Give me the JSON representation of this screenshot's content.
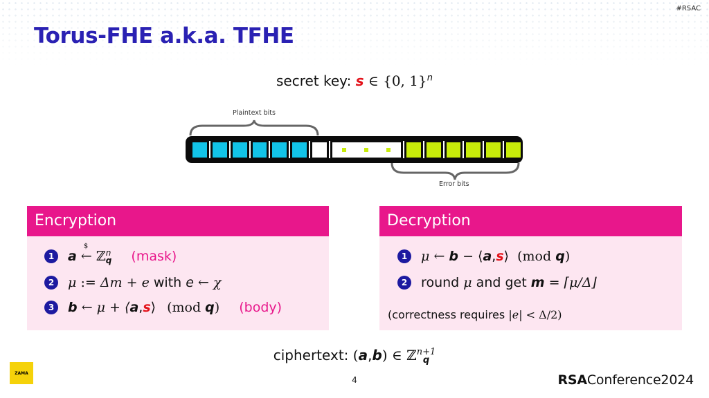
{
  "slide": {
    "hashtag": "#RSAC",
    "title": "Torus-FHE a.k.a. TFHE",
    "page_number": "4"
  },
  "secret_key": {
    "label": "secret key:",
    "var": "s",
    "rel": "∈",
    "set": "{0, 1}",
    "exp": "n"
  },
  "bits_diagram": {
    "plaintext_label": "Plaintext bits",
    "error_label": "Error bits",
    "colors": {
      "plaintext": "#12c4e8",
      "error": "#c8ec0a",
      "frame": "#0b0b0b"
    }
  },
  "encryption": {
    "title": "Encryption",
    "steps": [
      {
        "n": "1",
        "lhs": "a",
        "op": "←",
        "op_mark": "$",
        "set": "ℤ",
        "set_sub": "q",
        "set_sup": "n",
        "note": "(mask)"
      },
      {
        "n": "2",
        "lhs": "μ",
        "op": ":=",
        "rhs": "Δm + e",
        "text": "with",
        "e": "e",
        "arrow": "←",
        "chi": "χ"
      },
      {
        "n": "3",
        "lhs": "b",
        "op": "←",
        "rhs_pre": "μ + ⟨",
        "a": "a",
        "comma": ",",
        "s": "s",
        "rhs_post": "⟩",
        "mod": "(mod",
        "q": "q",
        "close": ")",
        "note": "(body)"
      }
    ]
  },
  "decryption": {
    "title": "Decryption",
    "steps": [
      {
        "n": "1",
        "lhs": "μ",
        "op": "←",
        "b": "b",
        "minus": "−",
        "open": "⟨",
        "a": "a",
        "comma": ",",
        "s": "s",
        "close": "⟩",
        "mod": "(mod",
        "q": "q",
        "paren": ")"
      },
      {
        "n": "2",
        "text1": "round",
        "mu": "μ",
        "text2": "and get",
        "m": "m",
        "eq": "=",
        "rhs": "⌈μ/Δ⌋"
      }
    ],
    "note_pre": "(correctness requires",
    "note_e": "|e|",
    "note_post": "< Δ/2)"
  },
  "ciphertext": {
    "label": "ciphertext:",
    "open": "(",
    "a": "a",
    "comma": ",",
    "b": "b",
    "close": ")",
    "rel": "∈",
    "set": "ℤ",
    "sub": "q",
    "sup": "n+1"
  },
  "footer": {
    "logo_text": "ZAMA",
    "brand_bold": "RSA",
    "brand_rest": "Conference2024"
  }
}
